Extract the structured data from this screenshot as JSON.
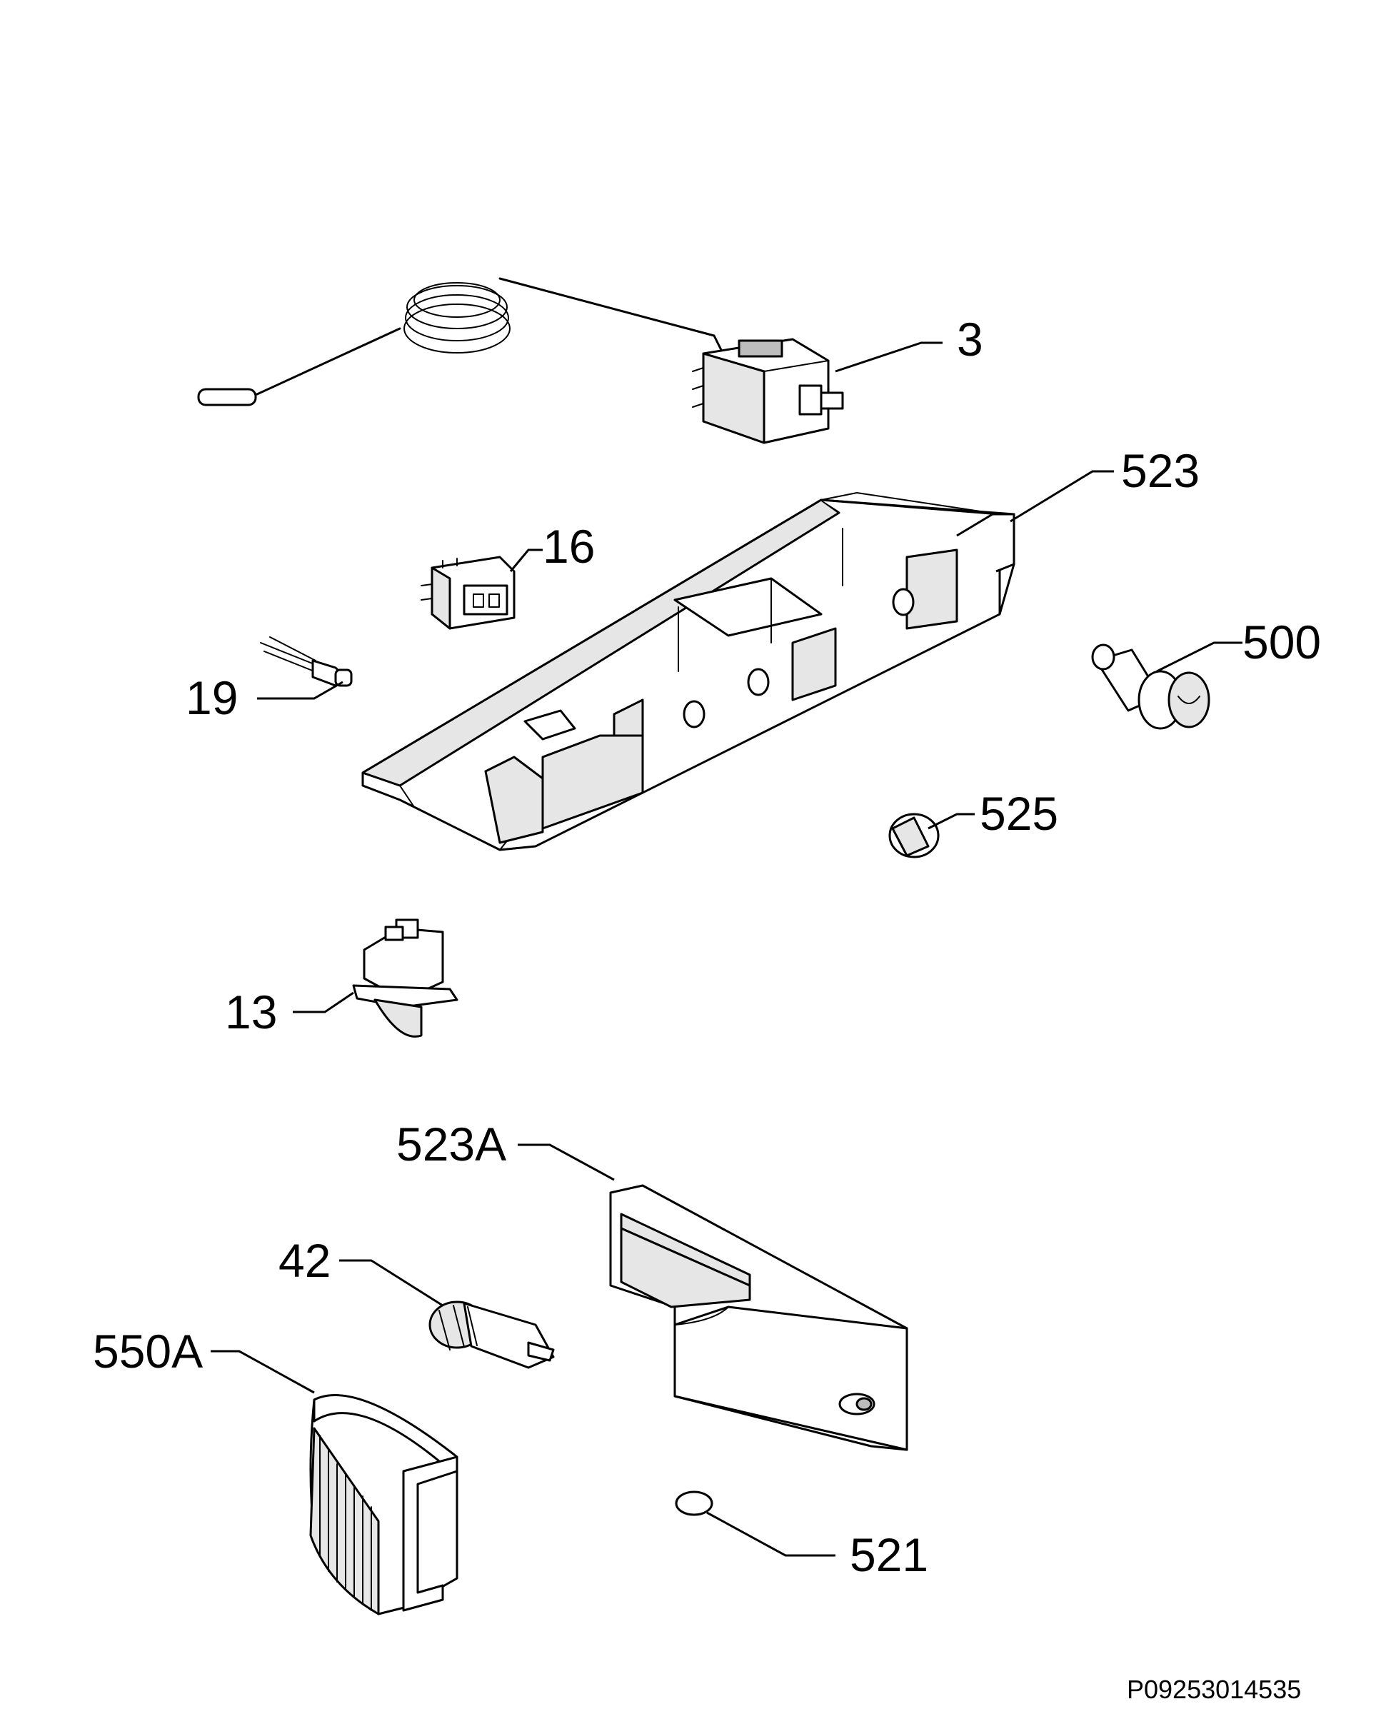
{
  "callouts": {
    "p3": "3",
    "p523": "523",
    "p16": "16",
    "p500": "500",
    "p19": "19",
    "p525": "525",
    "p13": "13",
    "p523a": "523A",
    "p42": "42",
    "p550a": "550A",
    "p521": "521"
  },
  "reference_code": "P09253014535"
}
